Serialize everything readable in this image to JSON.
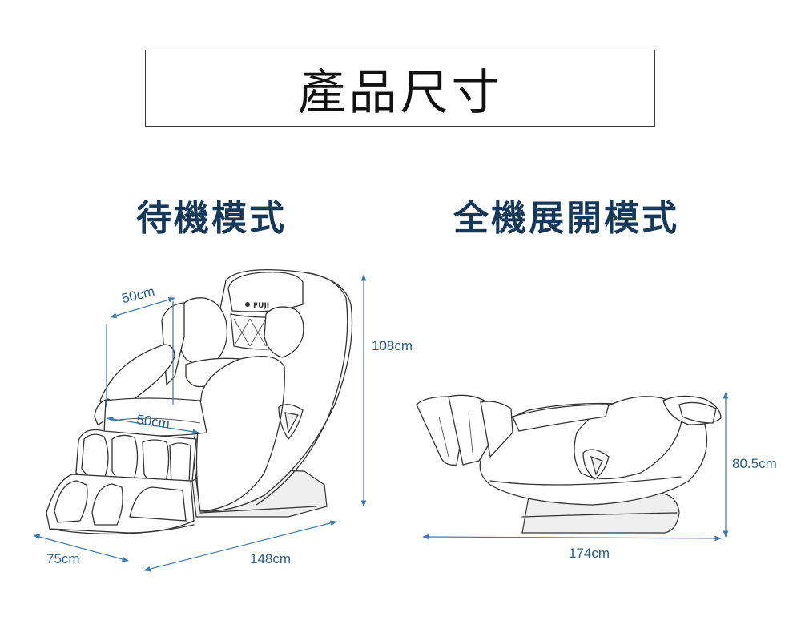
{
  "page_title": "產品尺寸",
  "modes": {
    "standby": {
      "heading": "待機模式",
      "brand": "FUJI",
      "dimensions": {
        "backrest_width": "50cm",
        "seat_width": "50cm",
        "height": "108cm",
        "width": "75cm",
        "depth": "148cm"
      }
    },
    "expanded": {
      "heading": "全機展開模式",
      "dimensions": {
        "height": "80.5cm",
        "length": "174cm"
      }
    }
  },
  "colors": {
    "heading": "#16395b",
    "dimension_line": "#3b78ad",
    "dimension_text": "#2b5f86"
  }
}
